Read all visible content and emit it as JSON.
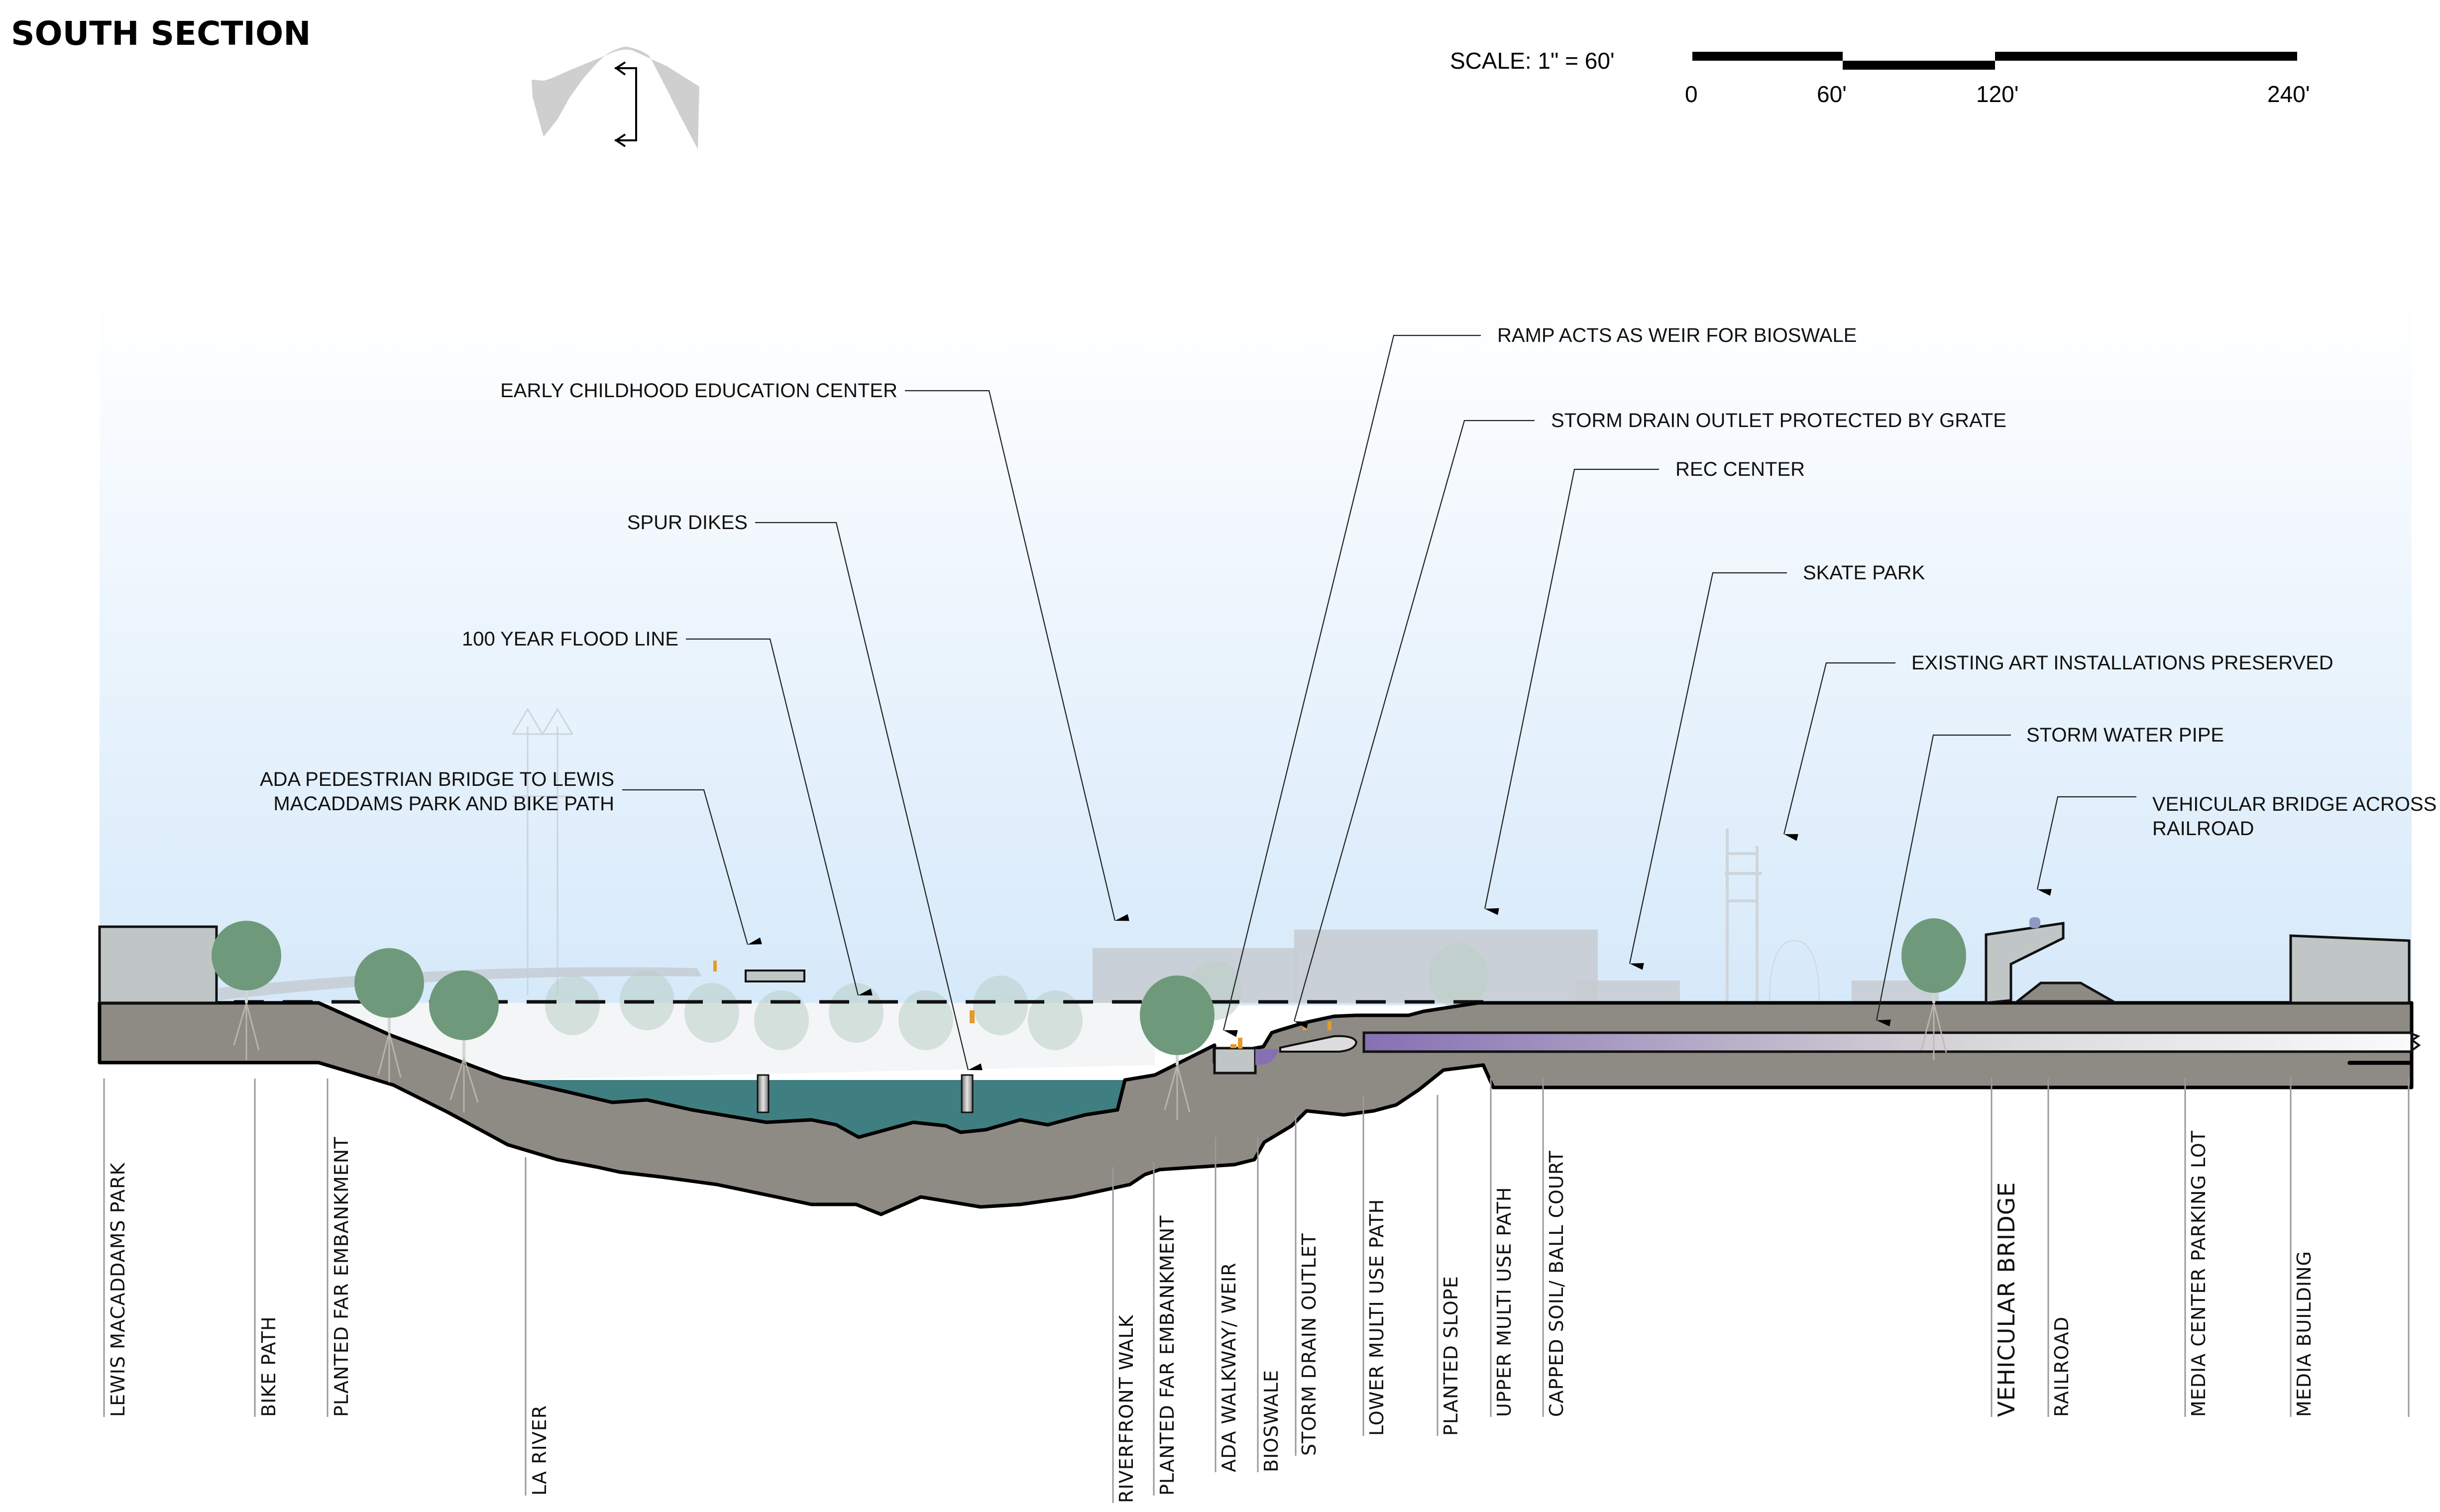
{
  "title": "SOUTH SECTION",
  "key_plan": {
    "icon": "section-cut-key-plan-icon"
  },
  "scale": {
    "label": "SCALE: 1\" = 60'",
    "ticks": [
      "0",
      "60'",
      "120'",
      "240'"
    ]
  },
  "colors": {
    "sky_top": "#ffffff",
    "sky_bottom": "#d8eaf9",
    "ground": "#8e8a84",
    "water": "#3f7f82",
    "storm_pipe": "#8c7ab5",
    "building_ghost": "#c7cbd0",
    "building_solid": "#c0c5c5",
    "tree": "#6e9a7b",
    "people": "#e39b2e"
  },
  "callouts": [
    {
      "id": "early-childhood",
      "lines": [
        "EARLY CHILDHOOD EDUCATION CENTER"
      ]
    },
    {
      "id": "spur-dikes",
      "lines": [
        "SPUR DIKES"
      ]
    },
    {
      "id": "flood-line",
      "lines": [
        "100 YEAR FLOOD LINE"
      ]
    },
    {
      "id": "ada-bridge",
      "lines": [
        "ADA PEDESTRIAN BRIDGE TO LEWIS",
        "MACADDAMS PARK AND BIKE PATH"
      ]
    },
    {
      "id": "ramp-weir",
      "lines": [
        "RAMP ACTS AS WEIR FOR BIOSWALE"
      ]
    },
    {
      "id": "storm-drain",
      "lines": [
        "STORM DRAIN OUTLET PROTECTED BY GRATE"
      ]
    },
    {
      "id": "rec-center",
      "lines": [
        "REC CENTER"
      ]
    },
    {
      "id": "skate-park",
      "lines": [
        "SKATE PARK"
      ]
    },
    {
      "id": "art-installations",
      "lines": [
        "EXISTING ART INSTALLATIONS PRESERVED"
      ]
    },
    {
      "id": "storm-water-pipe",
      "lines": [
        "STORM WATER PIPE"
      ]
    },
    {
      "id": "vehicular-bridge-callout",
      "lines": [
        "VEHICULAR BRIDGE ACROSS",
        "RAILROAD"
      ]
    }
  ],
  "zones": [
    "LEWIS MACADDAMS PARK",
    "BIKE PATH",
    "PLANTED FAR EMBANKMENT",
    "LA RIVER",
    "RIVERFRONT WALK",
    "PLANTED FAR EMBANKMENT",
    "ADA WALKWAY/ WEIR",
    "BIOSWALE",
    "STORM DRAIN OUTLET",
    "LOWER MULTI USE PATH",
    "PLANTED SLOPE",
    "UPPER MULTI USE PATH",
    "CAPPED SOIL/ BALL COURT",
    "VEHICULAR BRIDGE",
    "RAILROAD",
    "MEDIA CENTER PARKING LOT",
    "MEDIA BUILDING"
  ]
}
